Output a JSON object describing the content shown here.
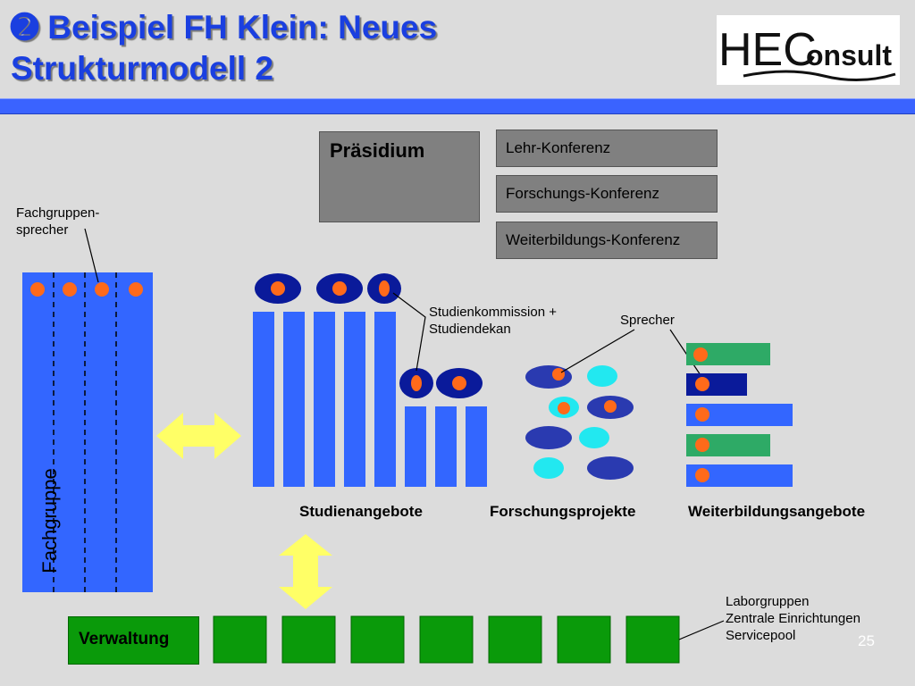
{
  "title": {
    "line1": "➋ Beispiel FH Klein: Neues",
    "line2": "Strukturmodell 2"
  },
  "logo": {
    "part1": "HEC",
    "part2": "onsult"
  },
  "boxes": {
    "praesidium": "Präsidium",
    "konferenzen": [
      "Lehr-Konferenz",
      "Forschungs-Konferenz",
      "Weiterbildungs-Konferenz"
    ],
    "verwaltung": "Verwaltung"
  },
  "labels": {
    "fachgruppensprecher": [
      "Fachgruppen-",
      "sprecher"
    ],
    "fachgruppe": "Fachgruppe",
    "studienkommission": [
      "Studienkommission +",
      "Studiendekan"
    ],
    "sprecher": "Sprecher",
    "studienangebote": "Studienangebote",
    "forschungsprojekte": "Forschungsprojekte",
    "weiterbildungsangebote": "Weiterbildungsangebote",
    "laborgruppen": [
      "Laborgruppen",
      "Zentrale Einrichtungen",
      "Servicepool"
    ]
  },
  "page_number": "25",
  "colors": {
    "title": "#1a3fe0",
    "blue": "#3366ff",
    "navy": "#0a1a9a",
    "orange": "#ff6a1a",
    "cyan": "#22e8f0",
    "green": "#0a9a0a",
    "light_green": "#2eaa66",
    "yellow": "#ffff66",
    "grey": "#808080"
  }
}
